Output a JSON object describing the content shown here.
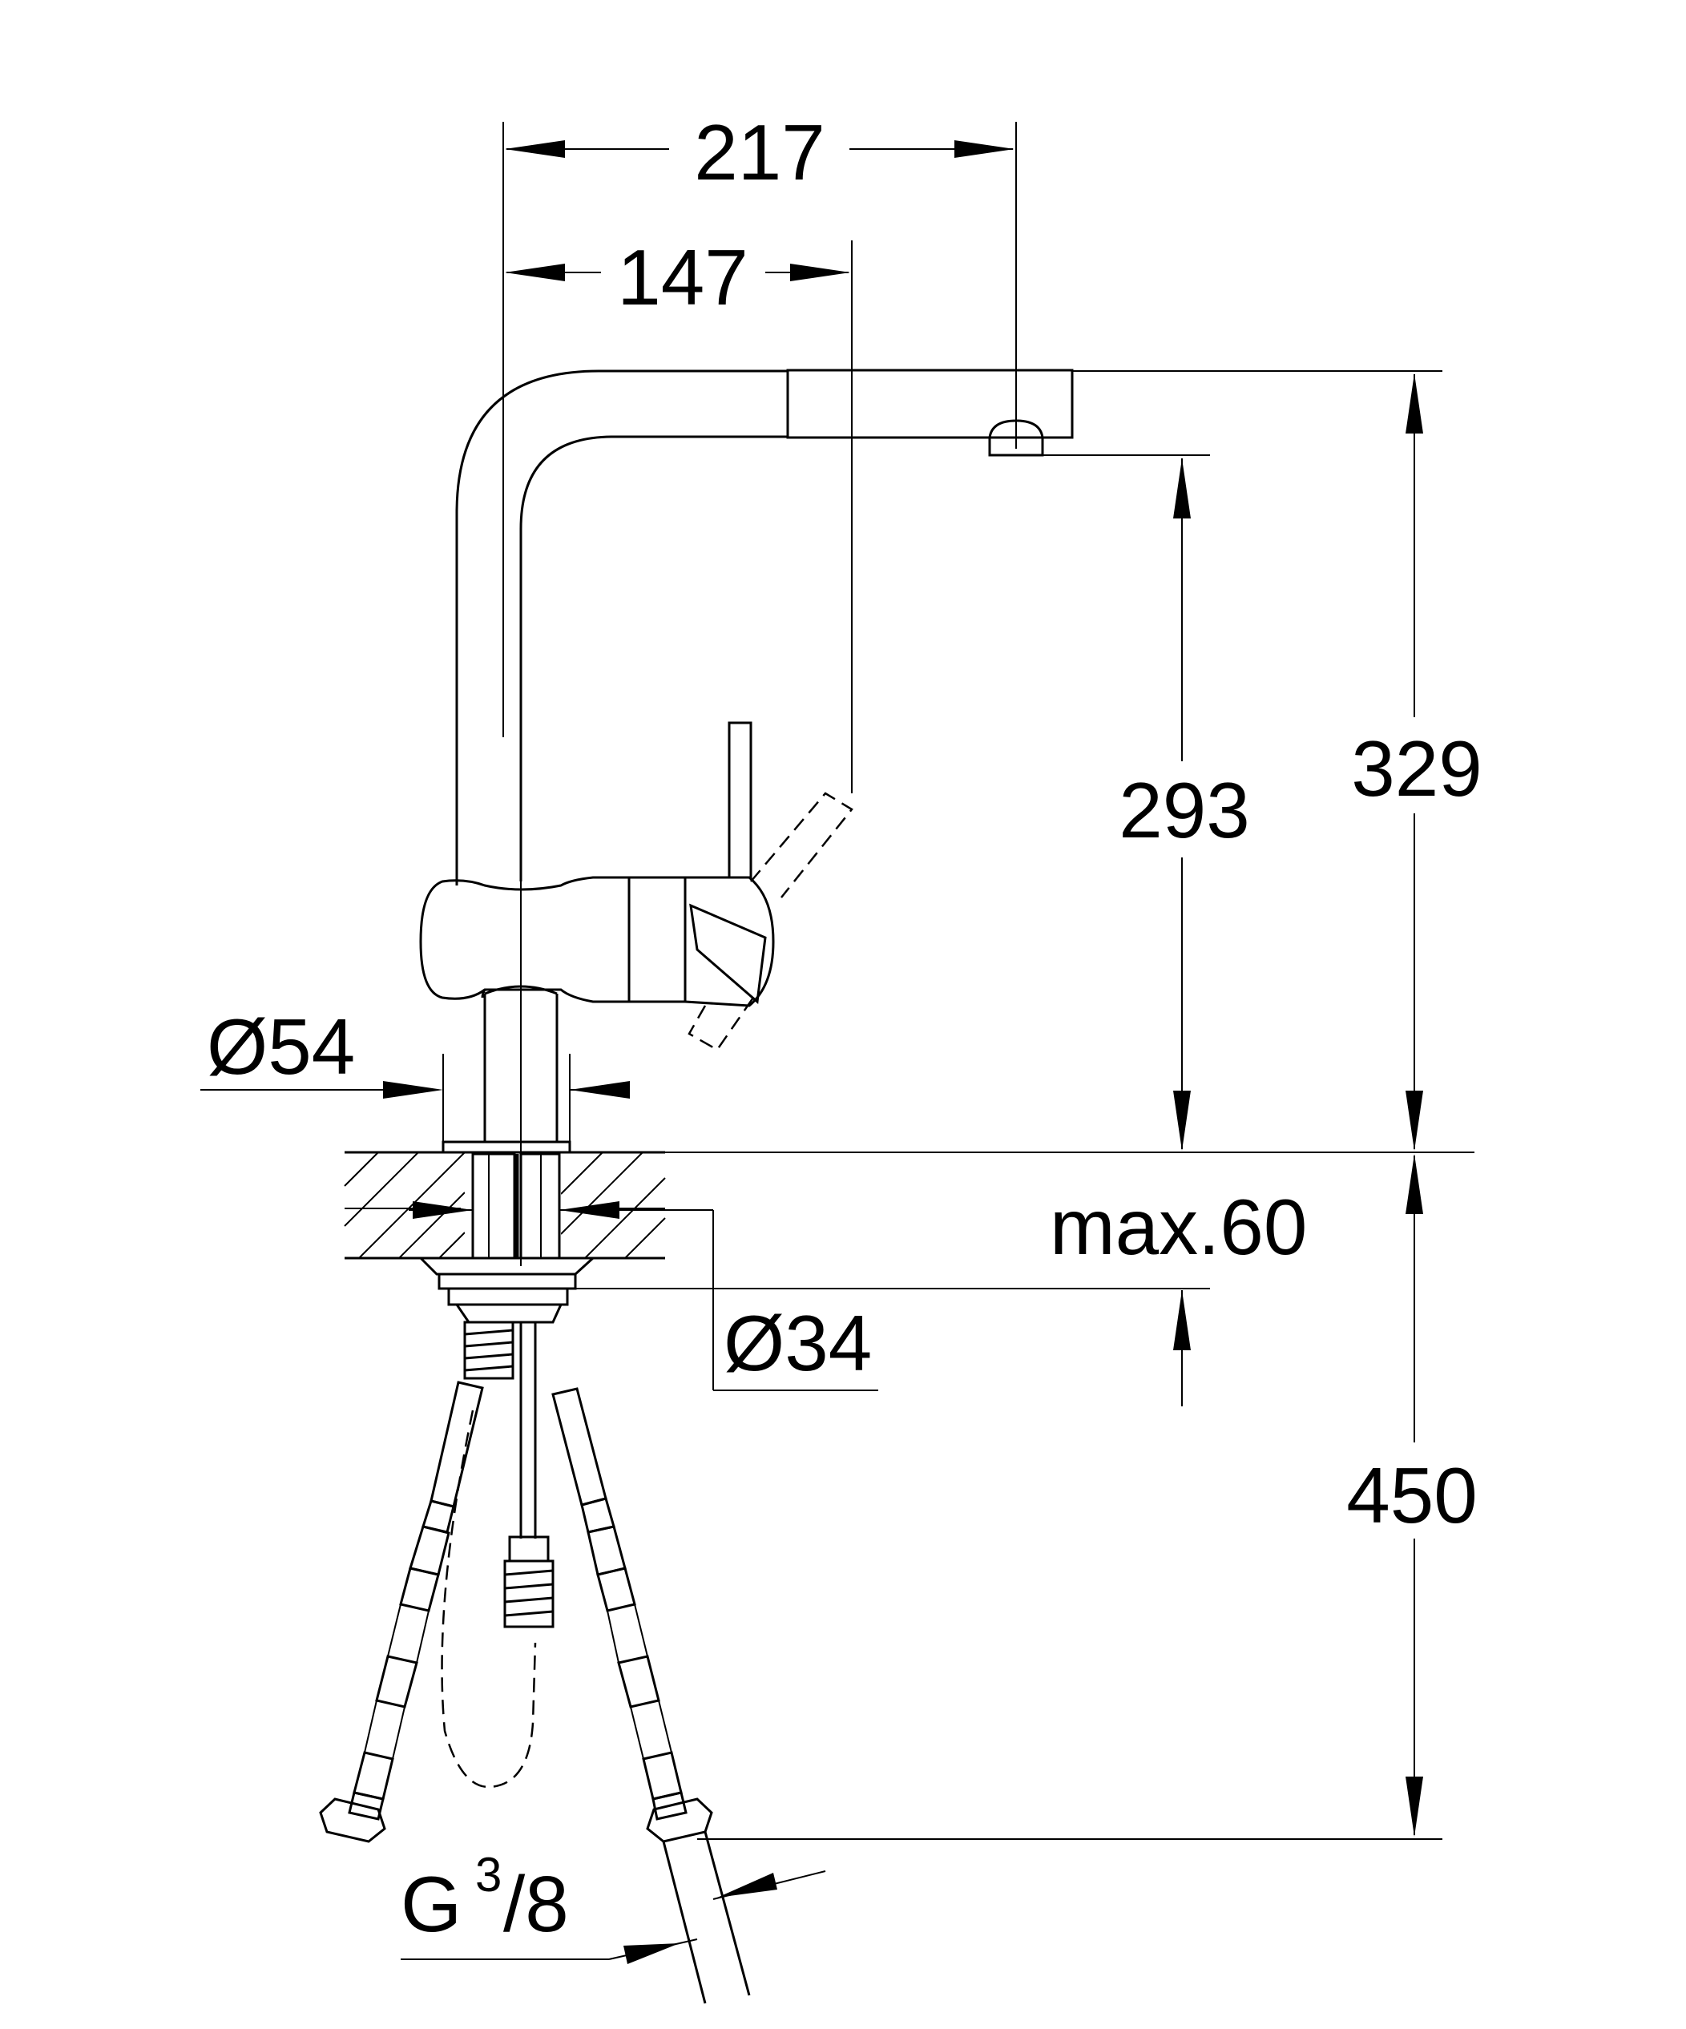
{
  "drawing": {
    "dimensions": {
      "reach_overall": "217",
      "reach_lever": "147",
      "spout_height": "293",
      "overall_height": "329",
      "base_diameter": "Ø54",
      "hole_diameter": "Ø34",
      "deck_thickness": "max.60",
      "hose_length": "450",
      "thread_prefix": "G",
      "thread_numerator": "3",
      "thread_denominator": "/8"
    }
  }
}
